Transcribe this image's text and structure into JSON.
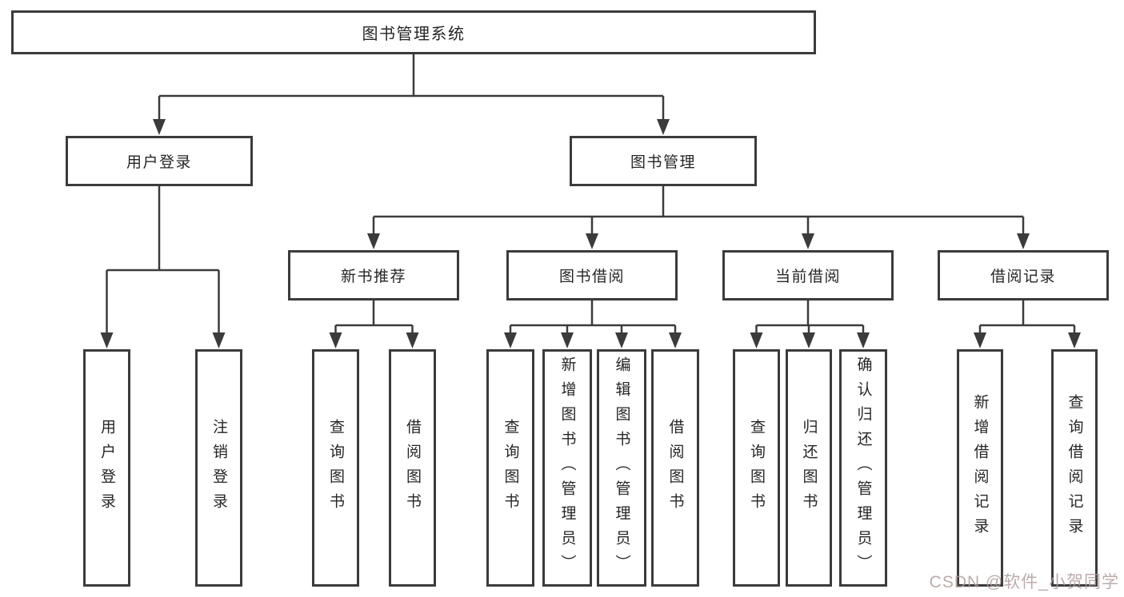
{
  "diagram": {
    "root": "图书管理系统",
    "level2": [
      "用户登录",
      "图书管理"
    ],
    "level3": [
      "新书推荐",
      "图书借阅",
      "当前借阅",
      "借阅记录"
    ],
    "leaves": {
      "user_login": [
        "用户登录",
        "注销登录"
      ],
      "new_book": [
        "查询图书",
        "借阅图书"
      ],
      "book_borrow": [
        "查询图书",
        "新增图书（管理员）",
        "编辑图书（管理员）",
        "借阅图书"
      ],
      "current_borrow": [
        "查询图书",
        "归还图书",
        "确认归还（管理员）"
      ],
      "borrow_record": [
        "新增借阅记录",
        "查询借阅记录"
      ]
    },
    "watermark": "CSDN @软件_小贺同学",
    "colors": {
      "line": "#3b3b3b",
      "text": "#262626",
      "watermark": "#af9c9c",
      "background": "#ffffff"
    }
  }
}
